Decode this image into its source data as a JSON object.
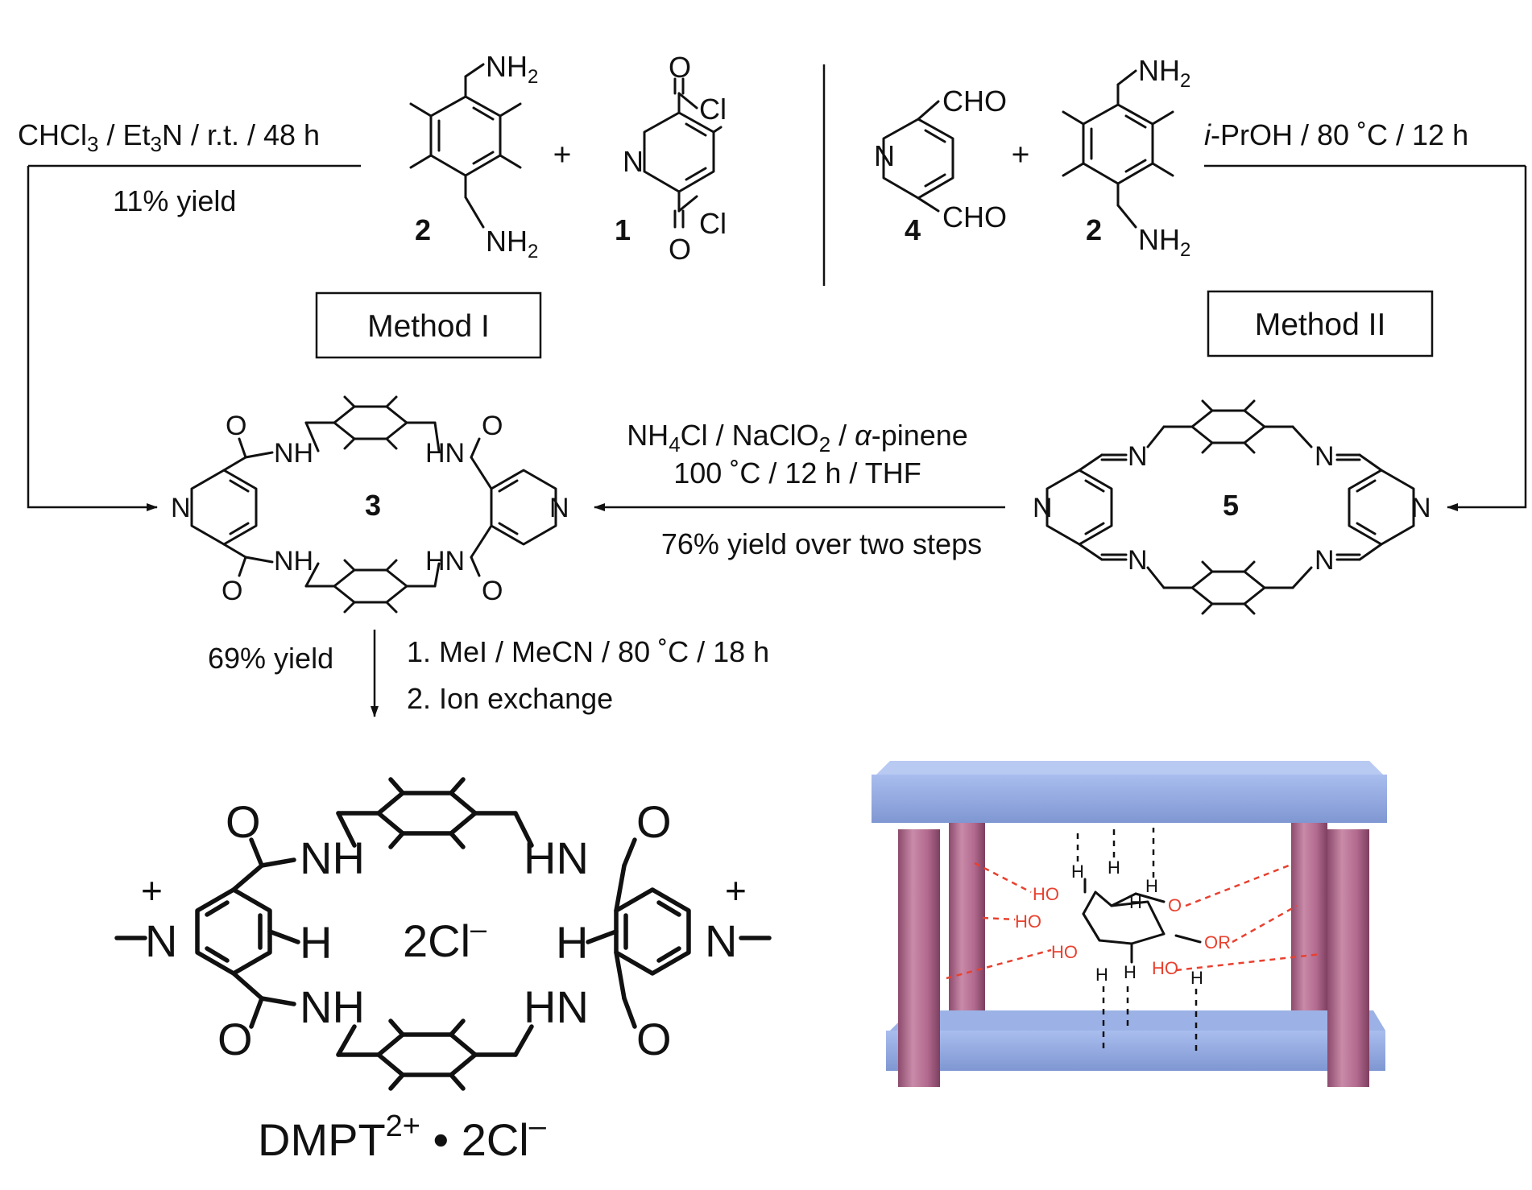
{
  "reactions": {
    "method1_conditions": "CHCl3 / Et3N /  r.t. / 48 h",
    "method1_yield": "11% yield",
    "method1_label": "Method I",
    "method2_conditions": "i-PrOH / 80 ˚C / 12 h",
    "method2_label": "Method II",
    "oxidation_line1": "NH4Cl / NaClO2 / α-pinene",
    "oxidation_line2": "100 ˚C / 12 h / THF",
    "oxidation_yield": "76% yield over two steps",
    "methylation_yield": "69% yield",
    "methylation_step1": "1. MeI / MeCN / 80 ˚C / 18 h",
    "methylation_step2": "2. Ion exchange",
    "plus": "+"
  },
  "compounds": {
    "c1": "1",
    "c2": "2",
    "c3": "3",
    "c4": "4",
    "c5": "5",
    "product_main": "DMPT",
    "product_charge": "2+",
    "product_bullet": "•",
    "product_salt": "2Cl",
    "product_anion_sign": "–",
    "inner_anion": "2Cl–"
  },
  "model_labels": {
    "ho": "HO",
    "or": "OR",
    "o": "O",
    "h": "H"
  },
  "colors": {
    "platform": "#8ea5dd",
    "pillar": "#b86b90",
    "hbond": "#e8412f"
  }
}
